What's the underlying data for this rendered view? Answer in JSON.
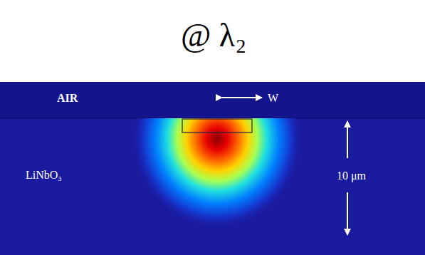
{
  "diagram": {
    "title": "@ λ₂",
    "labels": [
      "AIR",
      "W",
      "LiNbO₃",
      "10 μm"
    ]
  }
}
